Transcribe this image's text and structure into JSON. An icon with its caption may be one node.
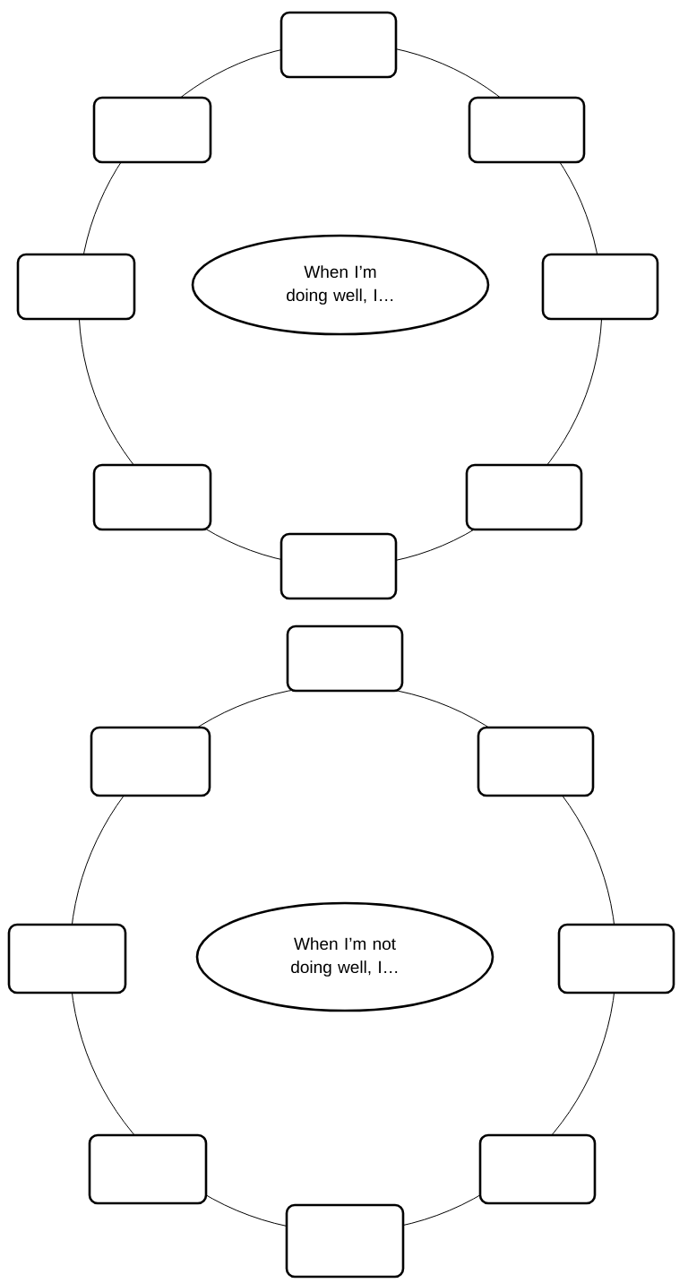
{
  "diagram": {
    "nodes": [
      {
        "text": [],
        "shape": "box"
      },
      {
        "text": [],
        "shape": "box"
      },
      {
        "text": [],
        "shape": "box"
      },
      {
        "text": [],
        "shape": "box"
      },
      {
        "text": [
          "When I’m doing well, I…"
        ]
      },
      {
        "text": [],
        "shape": "box"
      },
      {
        "text": [],
        "shape": "box"
      },
      {
        "text": [],
        "shape": "box"
      },
      {
        "text": [],
        "shape": "box"
      },
      {
        "text": [],
        "shape": "box"
      },
      {
        "text": [],
        "shape": "box"
      },
      {
        "text": [],
        "shape": "box"
      },
      {
        "text": [],
        "shape": "box"
      },
      {
        "text": [
          "When I’m not doing well, I…"
        ]
      },
      {
        "text": [],
        "shape": "box"
      },
      {
        "text": [],
        "shape": "box"
      },
      {
        "text": [],
        "shape": "box"
      },
      {
        "text": [],
        "shape": "box"
      }
    ]
  }
}
